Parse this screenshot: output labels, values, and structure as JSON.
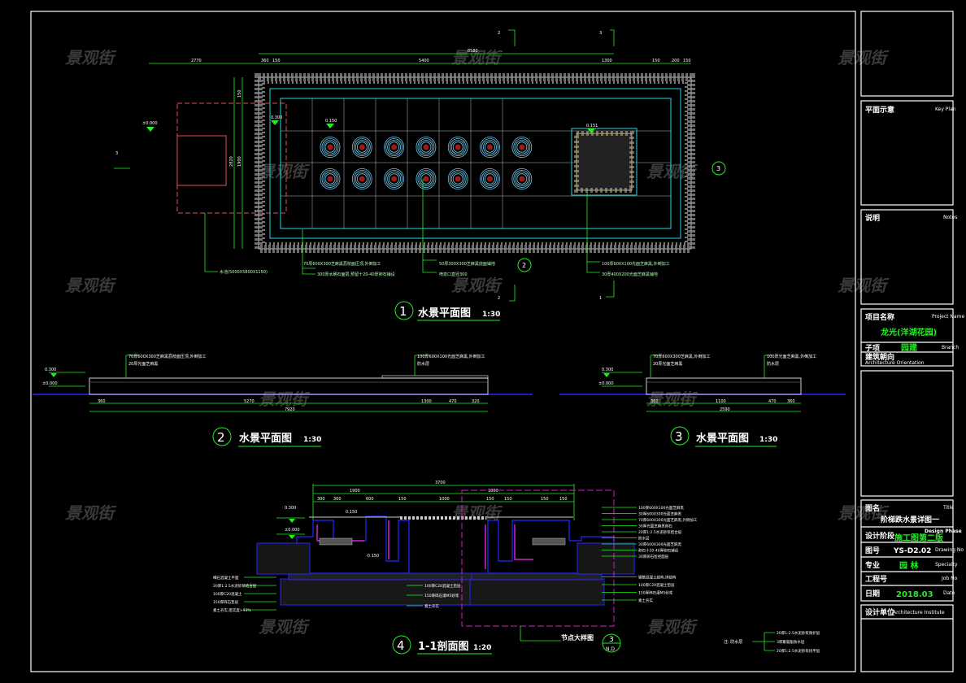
{
  "watermark": "景观街",
  "plan": {
    "title_num": "1",
    "title": "水景平面图",
    "scale": "1:30",
    "dims_top": [
      "8580",
      "2770",
      "360",
      "150",
      "5400",
      "1300",
      "150",
      "200",
      "150"
    ],
    "dims_left": [
      "2820",
      "150",
      "1900"
    ],
    "elev": [
      "±0.000",
      "0.300",
      "0.150",
      "0.151"
    ],
    "section_mark": "3",
    "section_mark2": "2",
    "section_mark1": "1",
    "notes": [
      "70厚600X300芝麻黑荔枝面压顶,外倒加工",
      "300厚水刷石面层,预留十20-40厚卵石铺设",
      "50厚300X300芝麻黑烧面铺地",
      "喷泉口直径300",
      "100厚600X100光面芝麻黑,外倒加工",
      "30厚400X200光面芝麻黑铺地",
      "水池(5000X5800X1150)"
    ]
  },
  "elev2": {
    "title_num": "2",
    "title": "水景平面图",
    "scale": "1:30",
    "notes": [
      "70厚600X300芝麻黑荔枝面压顶,外倒加工",
      "20厚光面芝麻黑",
      "100厚600X100光面芝麻黑,外倒加工",
      "防水层"
    ],
    "elev": [
      "0.300",
      "±0.000"
    ],
    "dims": [
      "360",
      "5270",
      "1300",
      "470",
      "320"
    ],
    "total": "7920"
  },
  "elev3": {
    "title_num": "3",
    "title": "水景平面图",
    "scale": "1:30",
    "notes": [
      "70厚600X300芝麻黑,外倒加工",
      "20厚光面芝麻黑",
      "100厚光面芝麻黑,外倒加工",
      "防水层"
    ],
    "elev": [
      "0.300",
      "±0.000"
    ],
    "dims": [
      "360",
      "1100",
      "470",
      "360"
    ],
    "total": "2590"
  },
  "section": {
    "title_num": "4",
    "title": "1-1剖面图",
    "scale": "1:20",
    "dims": [
      "3700",
      "1900",
      "1800",
      "300",
      "300",
      "600",
      "150",
      "1000",
      "150",
      "150",
      "150",
      "150"
    ],
    "elev": [
      "0.300",
      "±0.000",
      "0.150",
      "-0.150"
    ],
    "left_notes": [
      "细石混凝土平面",
      "20厚1:2.5水泥砂浆结合层",
      "100厚C20混凝土",
      "150厚碎石垫层",
      "素土夯实,密实度>93%"
    ],
    "mid_notes": [
      "100厚C20混凝土垫层",
      "150厚碎石灌M5砂浆",
      "素土夯实"
    ],
    "right_notes": [
      "100厚600X100光面芝麻黑",
      "30厚600X300光面芝麻黑",
      "70厚600X300光面芝麻黑,外倒加工",
      "30厚光面芝麻黑卵石",
      "20厚1:2.5水泥砂浆结合层",
      "防水层",
      "30厚600X300光面芝麻黑",
      "卵石十20-40厚卵石铺设",
      "30厚卵石粒径面层",
      "钢筋混凝土结构,详结构",
      "100厚C20混凝土垫层",
      "150厚碎石灌M5砂浆",
      "素土夯实"
    ],
    "detail_label": "节点大样图",
    "detail_num": "3",
    "detail_sheet": "N.D"
  },
  "notes_br": {
    "label": "注: 防水层",
    "items": [
      "20厚1:2.5水泥砂浆保护层",
      "3厚聚氨酯防水层",
      "20厚1:2.5水泥砂浆找平层"
    ]
  },
  "titleblock": {
    "key_plan": "平面示意",
    "key_plan_en": "Key Plan",
    "notes": "说明",
    "notes_en": "Notes",
    "project_name": "项目名称",
    "project_name_en": "Project Name",
    "project_value": "龙光(洋湖花园)",
    "branch": "子项",
    "branch_value": "园建",
    "branch_en": "Branch",
    "orientation": "建筑朝向",
    "orientation_en": "Architecture Orientation",
    "title": "图名",
    "title_en": "Title",
    "title_value": "阶梯跌水景详图一",
    "phase": "设计阶段",
    "phase_value": "施工图第二版",
    "phase_en": "Design Phase",
    "drawing_no": "图号",
    "drawing_no_value": "YS-D2.02",
    "drawing_no_en": "Drawing No",
    "specialty": "专业",
    "specialty_value": "园 林",
    "specialty_en": "Specialty",
    "job_no": "工程号",
    "job_no_en": "Job No",
    "date": "日期",
    "date_value": "2018.03",
    "date_en": "Date",
    "unit": "设计单位",
    "unit_en": "Architecture Institute"
  },
  "colors": {
    "green": "#22ee22",
    "cyan": "#26d8e8",
    "blue": "#2626ff",
    "magenta": "#d020d0",
    "red": "#e05050"
  }
}
